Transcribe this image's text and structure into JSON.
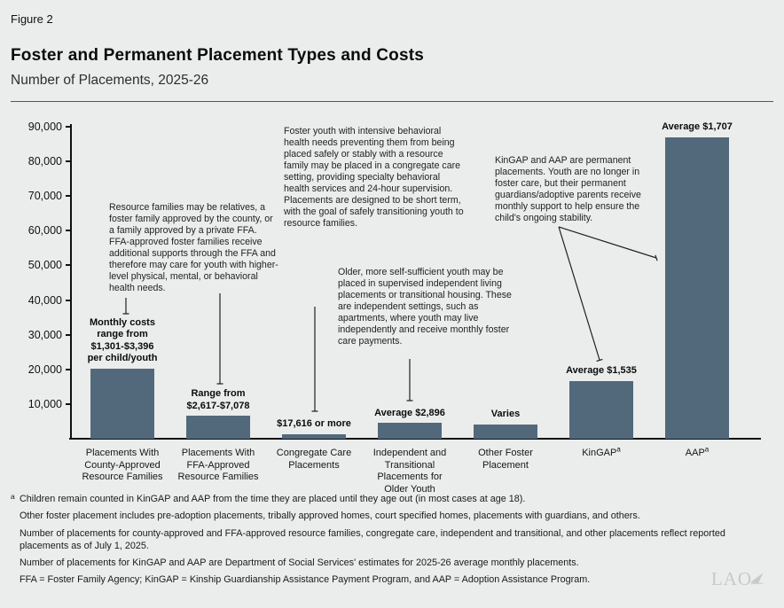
{
  "figure": {
    "label": "Figure 2",
    "title": "Foster and Permanent Placement Types and Costs",
    "subtitle": "Number of Placements, 2025-26"
  },
  "chart_data": {
    "type": "bar",
    "title": "Foster and Permanent Placement Types and Costs",
    "subtitle": "Number of Placements, 2025-26",
    "xlabel": "",
    "ylabel": "",
    "ylim": [
      0,
      90000
    ],
    "grid": false,
    "legend": false,
    "bar_color": "#52697c",
    "yticks": [
      {
        "v": 10000,
        "label": "10,000"
      },
      {
        "v": 20000,
        "label": "20,000"
      },
      {
        "v": 30000,
        "label": "30,000"
      },
      {
        "v": 40000,
        "label": "40,000"
      },
      {
        "v": 50000,
        "label": "50,000"
      },
      {
        "v": 60000,
        "label": "60,000"
      },
      {
        "v": 70000,
        "label": "70,000"
      },
      {
        "v": 80000,
        "label": "80,000"
      },
      {
        "v": 90000,
        "label": "90,000"
      }
    ],
    "categories": [
      "Placements With County-Approved Resource Families",
      "Placements With FFA-Approved Resource Families",
      "Congregate Care Placements",
      "Independent and Transitional Placements for Older Youth",
      "Other Foster Placement",
      "KinGAP",
      "AAP"
    ],
    "category_label_lines": [
      [
        "Placements With",
        "County-Approved",
        "Resource Families"
      ],
      [
        "Placements With",
        "FFA-Approved",
        "Resource Families"
      ],
      [
        "Congregate Care",
        "Placements"
      ],
      [
        "Independent and",
        "Transitional",
        "Placements for",
        "Older Youth"
      ],
      [
        "Other Foster",
        "Placement"
      ],
      [
        "KinGAP"
      ],
      [
        "AAP"
      ]
    ],
    "category_superscripts": [
      "",
      "",
      "",
      "",
      "",
      "a",
      "a"
    ],
    "values": [
      20300,
      6600,
      1300,
      4600,
      4200,
      16700,
      87000
    ],
    "data_labels": [
      "Monthly costs range from $1,301-$3,396 per child/youth",
      "Range from $2,617-$7,078",
      "$17,616 or more",
      "Average $2,896",
      "Varies",
      "Average $1,535",
      "Average $1,707"
    ],
    "data_label_lines": [
      [
        "Monthly costs",
        "range from",
        "$1,301-$3,396",
        "per child/youth"
      ],
      [
        "Range from",
        "$2,617-$7,078"
      ],
      [
        "$17,616 or more"
      ],
      [
        "Average $2,896"
      ],
      [
        "Varies"
      ],
      [
        "Average $1,535"
      ],
      [
        "Average $1,707"
      ]
    ]
  },
  "annotations": [
    {
      "text": "Resource families may be relatives, a foster family approved by the county, or a family approved by a private FFA. FFA-approved foster families receive additional supports through the FFA and therefore may care for youth with higher-level physical, mental, or behavioral health needs."
    },
    {
      "text": "Foster youth with intensive behavioral health needs preventing them from being placed safely or stably with a resource family may be placed in a congregate care setting, providing specialty behavioral health services and 24-hour supervision. Placements are designed to be short term, with the goal of safely transitioning youth to resource families."
    },
    {
      "text": "Older, more self-sufficient youth may be placed in supervised independent living placements or transitional housing. These are independent settings, such as apartments, where youth may live independently and receive monthly foster care payments."
    },
    {
      "text": "KinGAP and AAP are permanent placements. Youth are no longer in foster care, but their permanent guardians/adoptive parents receive monthly support to help ensure the child's ongoing stability."
    }
  ],
  "footnotes": [
    {
      "sup": "a",
      "text": "Children remain counted in KinGAP and AAP from the time they are placed until they age out (in most cases at age 18)."
    },
    {
      "sup": "",
      "text": "Other foster placement includes pre-adoption placements, tribally approved homes, court specified homes, placements with guardians, and others."
    },
    {
      "sup": "",
      "text": "Number of placements for county-approved and FFA-approved resource families, congregate care, independent and transitional, and other placements reflect reported placements as of July 1, 2025."
    },
    {
      "sup": "",
      "text": "Number of placements for KinGAP and AAP are Department of Social Services' estimates for 2025-26 average monthly placements."
    },
    {
      "sup": "",
      "text": "FFA = Foster Family Agency; KinGAP = Kinship Guardianship Assistance Payment Program, and AAP = Adoption Assistance Program."
    }
  ],
  "logo": {
    "text": "LAO"
  }
}
